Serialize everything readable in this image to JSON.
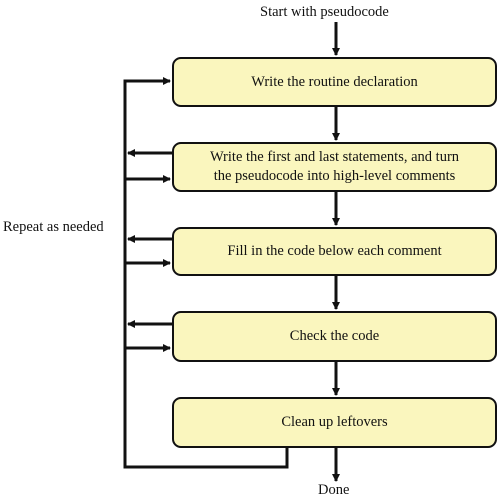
{
  "start_label": "Start with pseudocode",
  "end_label": "Done",
  "loop_label": "Repeat as needed",
  "colors": {
    "box_fill": "#FAF6BE",
    "stroke": "#111111"
  },
  "steps": [
    {
      "label": "Write the routine declaration"
    },
    {
      "label": "Write the first and last statements, and turn\nthe pseudocode into high-level comments"
    },
    {
      "label": "Fill in the code below each comment"
    },
    {
      "label": "Check the code"
    },
    {
      "label": "Clean up leftovers"
    }
  ]
}
